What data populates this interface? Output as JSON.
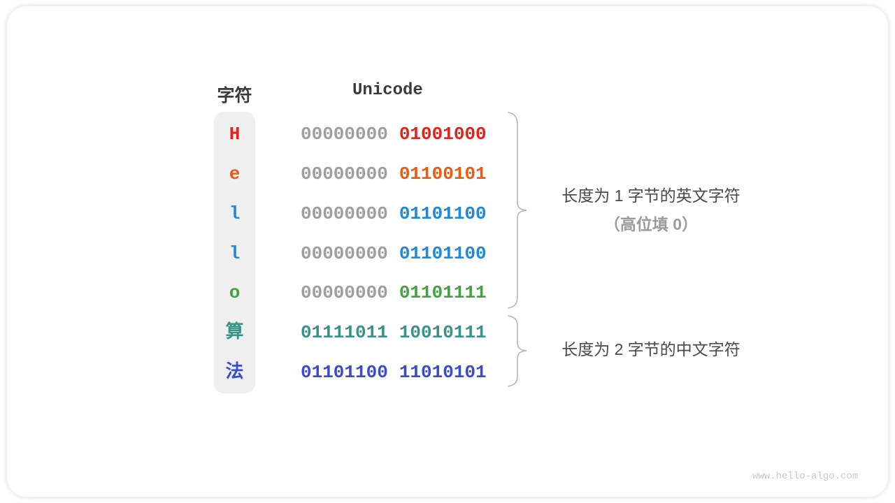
{
  "header": {
    "char_col": "字符",
    "unicode_col": "Unicode"
  },
  "rows": [
    {
      "char": "H",
      "char_color": "#e2231a",
      "groups": [
        {
          "text": "00000000",
          "color": "#9e9e9e"
        },
        {
          "text": "01001000",
          "color": "#e2231a"
        }
      ]
    },
    {
      "char": "e",
      "char_color": "#ed590e",
      "groups": [
        {
          "text": "00000000",
          "color": "#9e9e9e"
        },
        {
          "text": "01100101",
          "color": "#ed590e"
        }
      ]
    },
    {
      "char": "l",
      "char_color": "#2089d5",
      "groups": [
        {
          "text": "00000000",
          "color": "#9e9e9e"
        },
        {
          "text": "01101100",
          "color": "#2089d5"
        }
      ]
    },
    {
      "char": "l",
      "char_color": "#2089d5",
      "groups": [
        {
          "text": "00000000",
          "color": "#9e9e9e"
        },
        {
          "text": "01101100",
          "color": "#2089d5"
        }
      ]
    },
    {
      "char": "o",
      "char_color": "#43a047",
      "groups": [
        {
          "text": "00000000",
          "color": "#9e9e9e"
        },
        {
          "text": "01101111",
          "color": "#43a047"
        }
      ]
    },
    {
      "char": "算",
      "char_color": "#3a9187",
      "groups": [
        {
          "text": "01111011",
          "color": "#3a9187"
        },
        {
          "text": "10010111",
          "color": "#3a9187"
        }
      ]
    },
    {
      "char": "法",
      "char_color": "#3b4bd0",
      "groups": [
        {
          "text": "01101100",
          "color": "#3b4bd0"
        },
        {
          "text": "11010101",
          "color": "#3b4bd0"
        }
      ]
    }
  ],
  "annotations": [
    {
      "line1": "长度为 1 字节的英文字符",
      "line2": "（高位填 0）"
    },
    {
      "line1": "长度为 2 字节的中文字符"
    }
  ],
  "watermark": "www.hello-algo.com",
  "colors": {
    "text_dark": "#3a3a3a",
    "annotation_text": "#4a4a4a",
    "annotation_sub": "#9b9b9b",
    "padding_zero_gray": "#9e9e9e",
    "band_gray": "#efefef",
    "brace_gray": "#b5b5b5",
    "red": "#e2231a",
    "orange": "#ed590e",
    "blue": "#2089d5",
    "green": "#43a047",
    "teal": "#3a9187",
    "indigo": "#3b4bd0"
  }
}
